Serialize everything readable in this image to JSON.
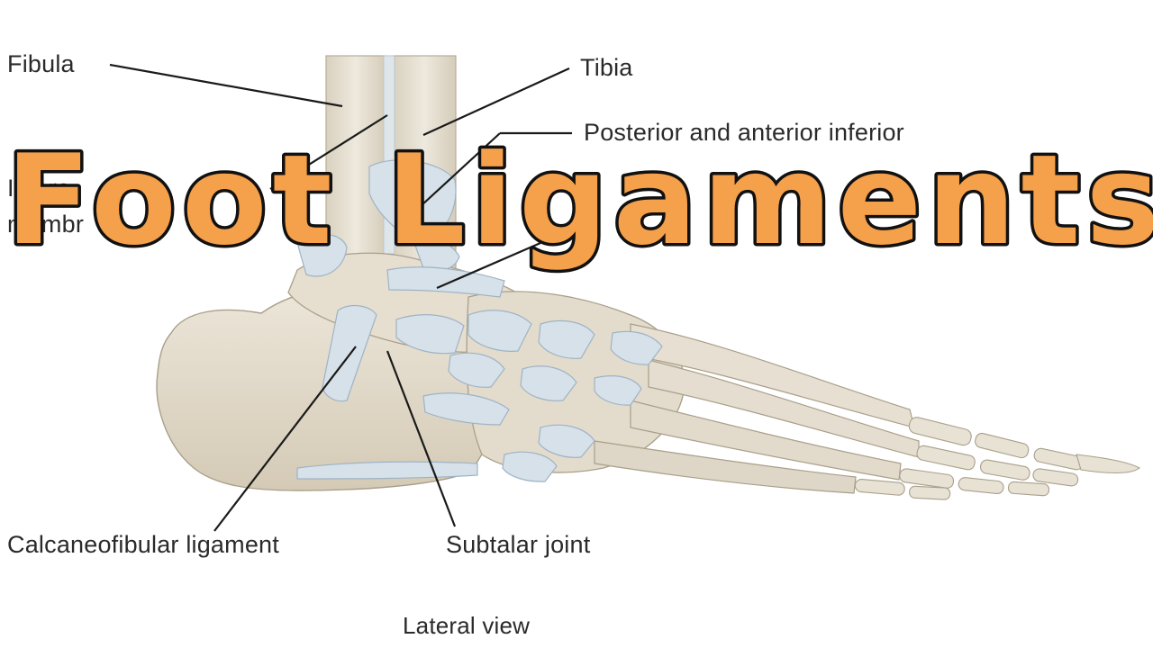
{
  "labels": {
    "fibula": "Fibula",
    "tibia": "Tibia",
    "tibiofibular": "Posterior and anterior inferior",
    "interosseous_1": "Intero",
    "interosseous_2": "membr",
    "calcaneofibular": "Calcaneofibular ligament",
    "subtalar": "Subtalar joint",
    "view": "Lateral view"
  },
  "title": "Foot Ligaments",
  "colors": {
    "bone": "#e4ddce",
    "bone_shadow": "#cfc6b2",
    "bone_outline": "#a99f8b",
    "ligament": "#d6e1ea",
    "ligament_stroke": "#9fb3c4",
    "leader": "#1a1a1a",
    "title_fill": "#f5a04a",
    "title_outline": "#111111"
  }
}
